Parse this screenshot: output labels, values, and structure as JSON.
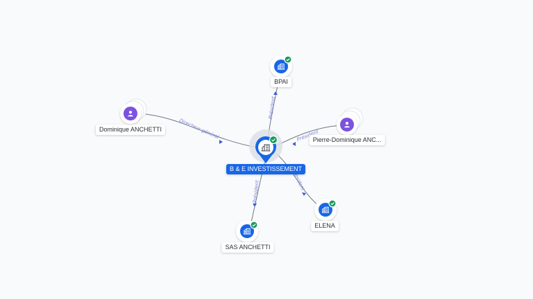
{
  "colors": {
    "background": "#f9fafc",
    "company": "#1766e6",
    "person": "#7c52e0",
    "check": "#169a5a",
    "edge": "#6f7682",
    "edge_label": "#7b84d6",
    "arrow": "#3f5bd6"
  },
  "nodes": [
    {
      "id": "center",
      "type": "company",
      "label": "B & E INVESTISSEMENT",
      "icon": "building-icon",
      "verified": true,
      "focus": true
    },
    {
      "id": "bpai",
      "type": "company",
      "label": "BPAI",
      "icon": "building-icon",
      "verified": true
    },
    {
      "id": "dominique",
      "type": "person",
      "label": "Dominique ANCHETTI",
      "icon": "person-icon",
      "verified": false
    },
    {
      "id": "pierre",
      "type": "person",
      "label": "Pierre-Dominique ANC...",
      "icon": "person-icon",
      "verified": false
    },
    {
      "id": "elena",
      "type": "company",
      "label": "ELENA",
      "icon": "building-icon",
      "verified": true
    },
    {
      "id": "sas",
      "type": "company",
      "label": "SAS ANCHETTI",
      "icon": "building-icon",
      "verified": true
    }
  ],
  "edges": [
    {
      "from": "dominique",
      "to": "center",
      "label": "Directeur général"
    },
    {
      "from": "center",
      "to": "bpai",
      "label": "Président"
    },
    {
      "from": "pierre",
      "to": "center",
      "label": "Président"
    },
    {
      "from": "center",
      "to": "elena",
      "label": "Président"
    },
    {
      "from": "center",
      "to": "sas",
      "label": "Président"
    }
  ]
}
